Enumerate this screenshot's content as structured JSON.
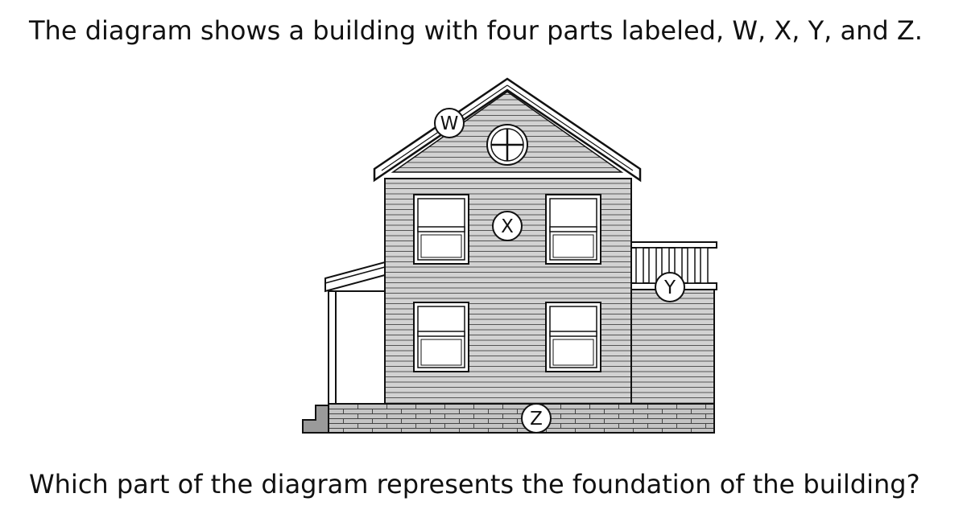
{
  "intro_text": "The diagram shows a building with four parts labeled, W, X, Y, and Z.",
  "question_text": "Which part of the diagram represents the foundation of the building?",
  "labels": {
    "w": "W",
    "x": "X",
    "y": "Y",
    "z": "Z"
  },
  "colors": {
    "siding": "#d2d2d2",
    "foundation": "#c4c4c4",
    "step": "#9a9a9a",
    "outline": "#111111"
  }
}
